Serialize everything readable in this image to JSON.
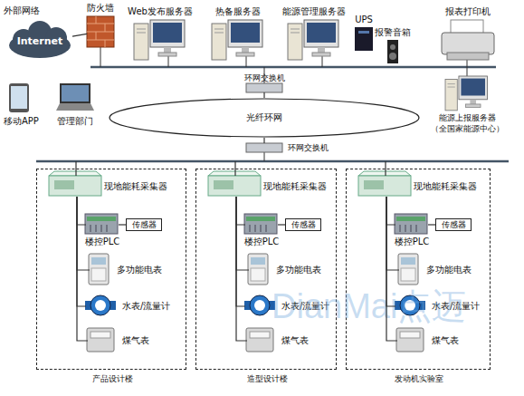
{
  "diagram": {
    "nodes": [
      {
        "text": [
          "外部网络",
          "Internet"
        ]
      },
      {
        "text": [
          "防火墙"
        ]
      },
      {
        "text": [
          "Web发布服务器"
        ]
      },
      {
        "text": [
          "热备服务器"
        ]
      },
      {
        "text": [
          "能源管理服务器"
        ]
      },
      {
        "text": [
          "UPS"
        ]
      },
      {
        "text": [
          "报警音箱"
        ]
      },
      {
        "text": [
          "报表打印机"
        ]
      },
      {
        "text": [
          "移动APP"
        ]
      },
      {
        "text": [
          "管理部门"
        ]
      },
      {
        "text": [
          "环网交换机"
        ]
      },
      {
        "text": [
          "光纤环网"
        ]
      },
      {
        "text": [
          "环网交换机"
        ]
      },
      {
        "text": [
          "能源上报服务器",
          "（全国家能源中心）"
        ]
      },
      {
        "text": [
          "产品设计楼"
        ]
      },
      {
        "text": [
          "现地能耗采集器"
        ],
        "in": 14
      },
      {
        "text": [
          "楼控PLC"
        ],
        "in": 14
      },
      {
        "text": [
          "传感器"
        ],
        "in": 14
      },
      {
        "text": [
          "多功能电表"
        ],
        "in": 14
      },
      {
        "text": [
          "水表/流量计"
        ],
        "in": 14
      },
      {
        "text": [
          "煤气表"
        ],
        "in": 14
      },
      {
        "text": [
          "造型设计楼"
        ]
      },
      {
        "text": [
          "现地能耗采集器"
        ],
        "in": 21
      },
      {
        "text": [
          "楼控PLC"
        ],
        "in": 21
      },
      {
        "text": [
          "传感器"
        ],
        "in": 21
      },
      {
        "text": [
          "多功能电表"
        ],
        "in": 21
      },
      {
        "text": [
          "水表/流量计"
        ],
        "in": 21
      },
      {
        "text": [
          "煤气表"
        ],
        "in": 21
      },
      {
        "text": [
          "发动机实验室"
        ]
      },
      {
        "text": [
          "现地能耗采集器"
        ],
        "in": 28
      },
      {
        "text": [
          "楼控PLC"
        ],
        "in": 28
      },
      {
        "text": [
          "传感器"
        ],
        "in": 28
      },
      {
        "text": [
          "多功能电表"
        ],
        "in": 28
      },
      {
        "text": [
          "水表/流量计"
        ],
        "in": 28
      },
      {
        "text": [
          "煤气表"
        ],
        "in": 28
      }
    ],
    "edges": [
      {
        "from": 0,
        "to": 1,
        "arrow": "none"
      },
      {
        "from": 10,
        "to": 11,
        "arrow": "none"
      },
      {
        "from": 11,
        "to": 12,
        "arrow": "none"
      },
      {
        "from": 15,
        "to": 16,
        "arrow": "none"
      },
      {
        "from": 15,
        "to": 18,
        "arrow": "none"
      },
      {
        "from": 15,
        "to": 19,
        "arrow": "none"
      },
      {
        "from": 15,
        "to": 20,
        "arrow": "none"
      },
      {
        "from": 16,
        "to": 17,
        "arrow": "none"
      },
      {
        "from": 22,
        "to": 23,
        "arrow": "none"
      },
      {
        "from": 22,
        "to": 25,
        "arrow": "none"
      },
      {
        "from": 22,
        "to": 26,
        "arrow": "none"
      },
      {
        "from": 22,
        "to": 27,
        "arrow": "none"
      },
      {
        "from": 23,
        "to": 24,
        "arrow": "none"
      },
      {
        "from": 29,
        "to": 30,
        "arrow": "none"
      },
      {
        "from": 29,
        "to": 32,
        "arrow": "none"
      },
      {
        "from": 29,
        "to": 33,
        "arrow": "none"
      },
      {
        "from": 29,
        "to": 34,
        "arrow": "none"
      },
      {
        "from": 30,
        "to": 31,
        "arrow": "none"
      }
    ],
    "labels": [
      "DianMai点迈"
    ]
  }
}
